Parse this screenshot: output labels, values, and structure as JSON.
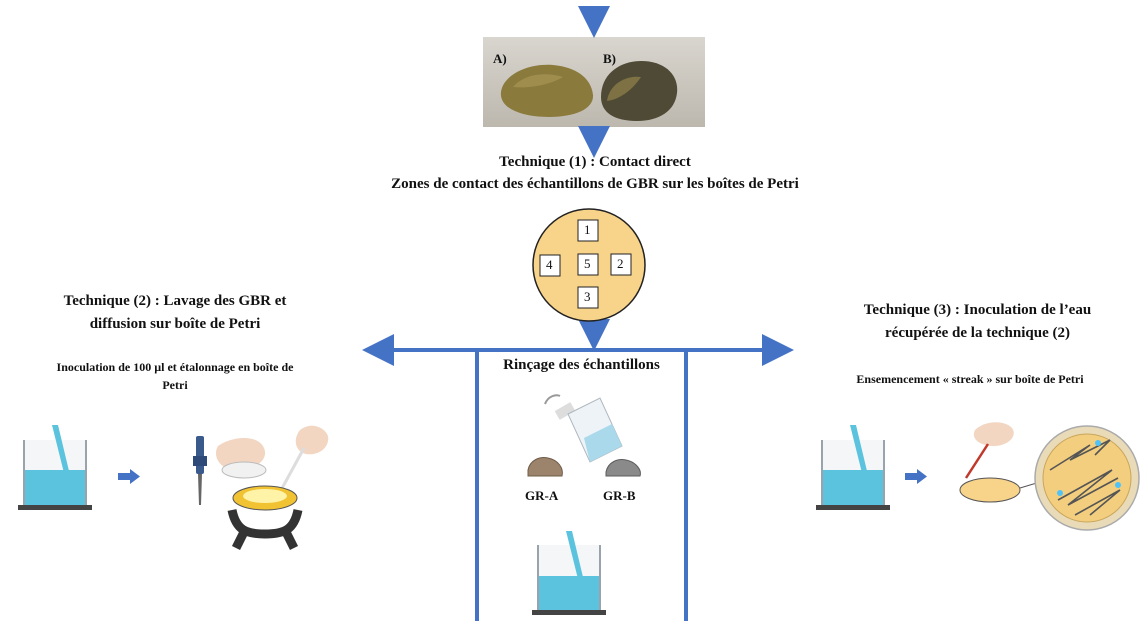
{
  "photo": {
    "label_a": "A)",
    "label_b": "B)"
  },
  "technique1": {
    "title": "Technique (1) : Contact direct",
    "subtitle": "Zones de contact des échantillons de GBR sur les boîtes de Petri",
    "zones": [
      "1",
      "2",
      "3",
      "4",
      "5"
    ]
  },
  "technique2": {
    "title_line1": "Technique (2) : Lavage des GBR et",
    "title_line2": "diffusion sur boîte de Petri",
    "desc_line1": "Inoculation de 100 µl et étalonnage en boîte de",
    "desc_line2": "Petri"
  },
  "rinse": {
    "title": "Rinçage des échantillons",
    "sample_a": "GR-A",
    "sample_b": "GR-B"
  },
  "technique3": {
    "title_line1": "Technique (3) : Inoculation de l’eau",
    "title_line2": "récupérée de la technique (2)",
    "desc": "Ensemencement « streak » sur boîte de Petri"
  },
  "colors": {
    "arrow": "#4472c4",
    "petri": "#f8d38a",
    "water": "#5bc3de"
  }
}
